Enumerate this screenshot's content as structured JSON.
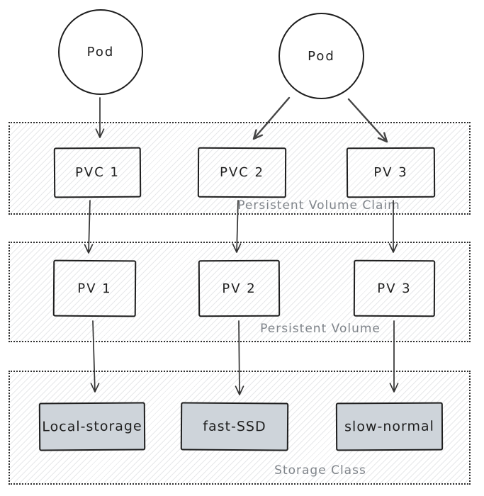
{
  "diagram": {
    "pods": [
      {
        "label": "Pod"
      },
      {
        "label": "Pod"
      }
    ],
    "layers": [
      {
        "label": "Persistent Volume Claim",
        "boxes": [
          {
            "label": "PVC 1"
          },
          {
            "label": "PVC 2"
          },
          {
            "label": "PV 3"
          }
        ]
      },
      {
        "label": "Persistent Volume",
        "boxes": [
          {
            "label": "PV 1"
          },
          {
            "label": "PV 2"
          },
          {
            "label": "PV 3"
          }
        ]
      },
      {
        "label": "Storage Class",
        "boxes": [
          {
            "label": "Local-storage"
          },
          {
            "label": "fast-SSD"
          },
          {
            "label": "slow-normal"
          }
        ]
      }
    ],
    "colors": {
      "stroke": "#1e1e1e",
      "arrow": "#333333",
      "band_label": "#7f848a",
      "storage_box_fill": "#ced4da",
      "band_border": "#2e2e2e"
    }
  }
}
